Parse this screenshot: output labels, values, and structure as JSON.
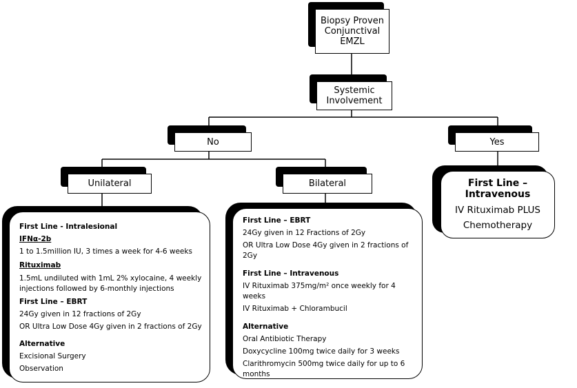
{
  "nodes": {
    "biopsy": {
      "line1": "Biopsy Proven",
      "line2": "Conjunctival",
      "line3": "EMZL"
    },
    "systemic": {
      "line1": "Systemic",
      "line2": "Involvement"
    },
    "no": {
      "label": "No"
    },
    "yes": {
      "label": "Yes"
    },
    "unilateral": {
      "label": "Unilateral"
    },
    "bilateral": {
      "label": "Bilateral"
    },
    "yes_treatment": {
      "line1": "First Line –",
      "line2": "Intravenous",
      "line3": "IV Rituximab PLUS",
      "line4": "Chemotherapy"
    }
  },
  "unilateral_detail": {
    "heading1": "First Line - Intralesional",
    "drug1": "IFNα-2b",
    "drug1_dose": "1 to 1.5million IU, 3 times a week for 4-6 weeks",
    "drug2": "Rituximab",
    "drug2_dose_1": "1.5mL undiluted with 1mL 2% xylocaine, 4 weekly",
    "drug2_dose_2": "injections followed by 6-monthly injections",
    "heading2": "First Line – EBRT",
    "ebrt1": "24Gy given in 12 fractions of 2Gy",
    "ebrt2": "OR Ultra Low Dose 4Gy given in 2 fractions of 2Gy",
    "alt_heading": "Alternative",
    "alt1": "Excisional Surgery",
    "alt2": "Observation"
  },
  "bilateral_detail": {
    "heading1": "First Line – EBRT",
    "ebrt1": "24Gy given in 12 Fractions of 2Gy",
    "ebrt2": "OR Ultra Low Dose 4Gy given in 2 fractions of 2Gy",
    "heading2": "First Line – Intravenous",
    "iv1": "IV Rituximab 375mg/m² once weekly for 4 weeks",
    "iv2": "IV Rituximab + Chlorambucil",
    "alt_heading": "Alternative",
    "alt1": "Oral Antibiotic Therapy",
    "alt2": "Doxycycline 100mg twice daily for 3 weeks",
    "alt3_1": "Clarithromycin 500mg twice daily for up to 6",
    "alt3_2": "months"
  }
}
